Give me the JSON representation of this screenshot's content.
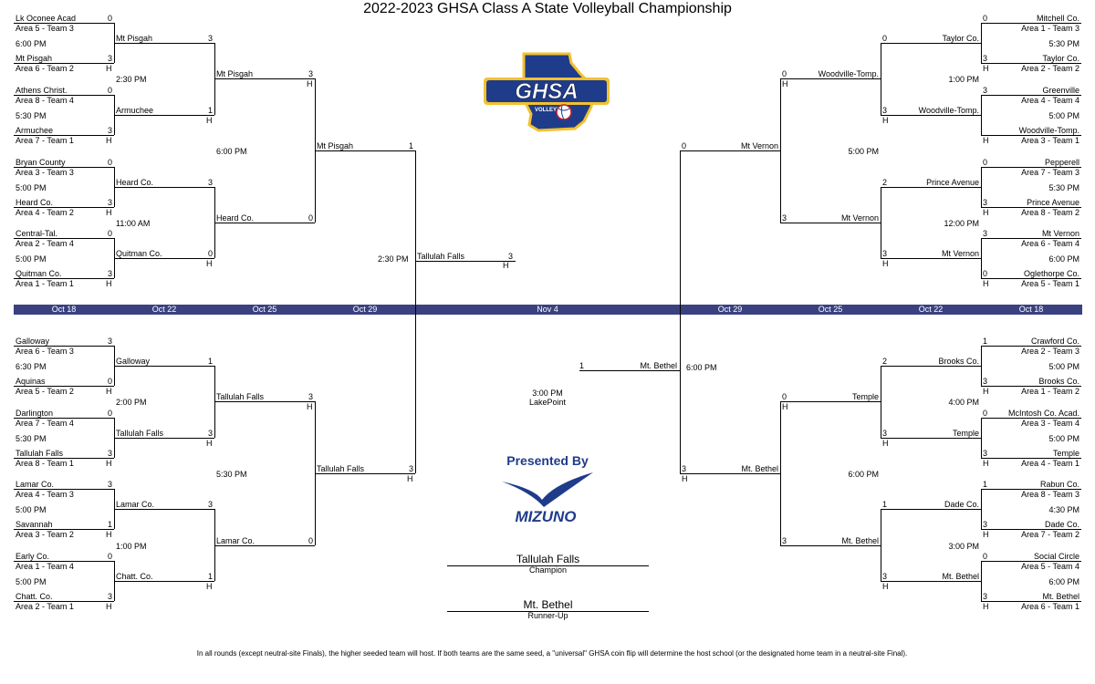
{
  "title": "2022-2023 GHSA Class A State Volleyball Championship",
  "dates": [
    "Oct 18",
    "Oct 22",
    "Oct 25",
    "Oct 29",
    "Nov 4",
    "Oct 29",
    "Oct 25",
    "Oct 22",
    "Oct 18"
  ],
  "logo": {
    "text": "GHSA",
    "sub": "VOLLEYBALL"
  },
  "sponsor": {
    "presented": "Presented By",
    "brand": "MIZUNO"
  },
  "host": "H",
  "finals": {
    "team_top": "Tallulah Falls",
    "score_top": "3",
    "time_top": "2:30 PM",
    "team_bottom": "Mt. Bethel",
    "score_bottom": "1",
    "time_bottom": "6:00 PM",
    "time": "3:00 PM",
    "venue": "LakePoint",
    "champion": "Tallulah Falls",
    "champion_label": "Champion",
    "runner_up": "Mt. Bethel",
    "runner_up_label": "Runner-Up"
  },
  "footer": "In all rounds (except neutral-site Finals), the higher seeded team will host. If both teams are the same seed, a \"universal\" GHSA coin flip will determine the host school (or the designated home team in a neutral-site Final).",
  "left": {
    "r1": [
      {
        "team": "Lk Oconee Acad",
        "seed": "Area 5 - Team 3",
        "score": "0"
      },
      {
        "team": "Mt Pisgah",
        "seed": "Area 6 - Team 2",
        "score": "3"
      },
      {
        "team": "Athens Christ.",
        "seed": "Area 8 - Team 4",
        "score": "0"
      },
      {
        "team": "Armuchee",
        "seed": "Area 7 - Team 1",
        "score": "3"
      },
      {
        "team": "Bryan County",
        "seed": "Area 3 - Team 3",
        "score": "0"
      },
      {
        "team": "Heard Co.",
        "seed": "Area 4 - Team 2",
        "score": "3"
      },
      {
        "team": "Central-Tal.",
        "seed": "Area 2 - Team 4",
        "score": "0"
      },
      {
        "team": "Quitman Co.",
        "seed": "Area 1 - Team 1",
        "score": "3"
      },
      {
        "team": "Galloway",
        "seed": "Area 6 - Team 3",
        "score": "3"
      },
      {
        "team": "Aquinas",
        "seed": "Area 5 - Team 2",
        "score": "0"
      },
      {
        "team": "Darlington",
        "seed": "Area 7 - Team 4",
        "score": "0"
      },
      {
        "team": "Tallulah Falls",
        "seed": "Area 8 - Team 1",
        "score": "3"
      },
      {
        "team": "Lamar Co.",
        "seed": "Area 4 - Team 3",
        "score": "3"
      },
      {
        "team": "Savannah",
        "seed": "Area 3 - Team 2",
        "score": "1"
      },
      {
        "team": "Early Co.",
        "seed": "Area 1 - Team 4",
        "score": "0"
      },
      {
        "team": "Chatt. Co.",
        "seed": "Area 2 - Team 1",
        "score": "3"
      }
    ],
    "r1_times": [
      "6:00 PM",
      "5:30 PM",
      "5:00 PM",
      "5:00 PM",
      "6:30 PM",
      "5:30 PM",
      "5:00 PM",
      "5:00 PM"
    ],
    "r2": [
      {
        "team": "Mt Pisgah",
        "score": "3"
      },
      {
        "team": "Armuchee",
        "score": "1"
      },
      {
        "team": "Heard Co.",
        "score": "3"
      },
      {
        "team": "Quitman Co.",
        "score": "0"
      },
      {
        "team": "Galloway",
        "score": "1"
      },
      {
        "team": "Tallulah Falls",
        "score": "3"
      },
      {
        "team": "Lamar Co.",
        "score": "3"
      },
      {
        "team": "Chatt. Co.",
        "score": "1"
      }
    ],
    "r2_times": [
      "2:30 PM",
      "11:00 AM",
      "2:00 PM",
      "1:00 PM"
    ],
    "r3": [
      {
        "team": "Mt Pisgah",
        "score": "3"
      },
      {
        "team": "Heard Co.",
        "score": "0"
      },
      {
        "team": "Tallulah Falls",
        "score": "3"
      },
      {
        "team": "Lamar Co.",
        "score": "0"
      }
    ],
    "r3_times": [
      "6:00 PM",
      "5:30 PM"
    ],
    "r4": [
      {
        "team": "Mt Pisgah",
        "score": "1"
      },
      {
        "team": "Tallulah Falls",
        "score": "3"
      }
    ]
  },
  "right": {
    "r1": [
      {
        "team": "Mitchell Co.",
        "seed": "Area 1 - Team 3",
        "score": "0"
      },
      {
        "team": "Taylor Co.",
        "seed": "Area 2 - Team 2",
        "score": "3"
      },
      {
        "team": "Greenville",
        "seed": "Area  4 - Team 4",
        "score": "3"
      },
      {
        "team": "Woodville-Tomp.",
        "seed": "Area 3 - Team 1",
        "score": ""
      },
      {
        "team": "Pepperell",
        "seed": "Area 7 - Team 3",
        "score": "0"
      },
      {
        "team": "Prince Avenue",
        "seed": "Area 8 - Team 2",
        "score": "3"
      },
      {
        "team": "Mt Vernon",
        "seed": "Area 6 - Team 4",
        "score": "3"
      },
      {
        "team": "Oglethorpe Co.",
        "seed": "Area 5 - Team 1",
        "score": "0"
      },
      {
        "team": "Crawford Co.",
        "seed": "Area 2 - Team 3",
        "score": "1"
      },
      {
        "team": "Brooks Co.",
        "seed": "Area 1 - Team 2",
        "score": "3"
      },
      {
        "team": "McIntosh Co. Acad.",
        "seed": "Area 3 - Team 4",
        "score": "0"
      },
      {
        "team": "Temple",
        "seed": "Area 4 - Team 1",
        "score": "3"
      },
      {
        "team": "Rabun Co.",
        "seed": "Area 8 - Team 3",
        "score": "1"
      },
      {
        "team": "Dade Co.",
        "seed": "Area 7 - Team 2",
        "score": "3"
      },
      {
        "team": "Social Circle",
        "seed": "Area 5 - Team 4",
        "score": "0"
      },
      {
        "team": "Mt. Bethel",
        "seed": "Area 6 - Team 1",
        "score": "3"
      }
    ],
    "r1_times": [
      "5:30 PM",
      "5:00 PM",
      "5:30 PM",
      "6:00 PM",
      "5:00 PM",
      "5:00 PM",
      "4:30 PM",
      "6:00 PM"
    ],
    "r2": [
      {
        "team": "Taylor Co.",
        "score": "0"
      },
      {
        "team": "Woodville-Tomp.",
        "score": "3"
      },
      {
        "team": "Prince Avenue",
        "score": "2"
      },
      {
        "team": "Mt Vernon",
        "score": "3"
      },
      {
        "team": "Brooks Co.",
        "score": "2"
      },
      {
        "team": "Temple",
        "score": "3"
      },
      {
        "team": "Dade Co.",
        "score": "1"
      },
      {
        "team": "Mt. Bethel",
        "score": "3"
      }
    ],
    "r2_times": [
      "1:00 PM",
      "12:00 PM",
      "4:00 PM",
      "3:00 PM"
    ],
    "r3": [
      {
        "team": "Woodville-Tomp.",
        "score": "0"
      },
      {
        "team": "Mt Vernon",
        "score": "3"
      },
      {
        "team": "Temple",
        "score": "0"
      },
      {
        "team": "Mt. Bethel",
        "score": "3"
      }
    ],
    "r3_times": [
      "5:00 PM",
      "6:00 PM"
    ],
    "r4": [
      {
        "team": "Mt Vernon",
        "score": "0"
      },
      {
        "team": "Mt. Bethel",
        "score": "3"
      }
    ]
  }
}
